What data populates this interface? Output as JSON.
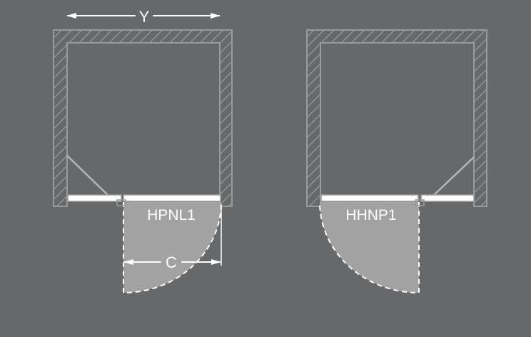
{
  "dimension_width_label": "Y",
  "dimension_opening_label": "C",
  "layouts": [
    {
      "code": "HPNL1",
      "hinge_side": "left"
    },
    {
      "code": "HHNP1",
      "hinge_side": "right"
    }
  ],
  "colors": {
    "background": "#67686a",
    "wall": "#9a9a9a",
    "swing_fill": "#a2a2a3",
    "glass": "#ffffff"
  }
}
